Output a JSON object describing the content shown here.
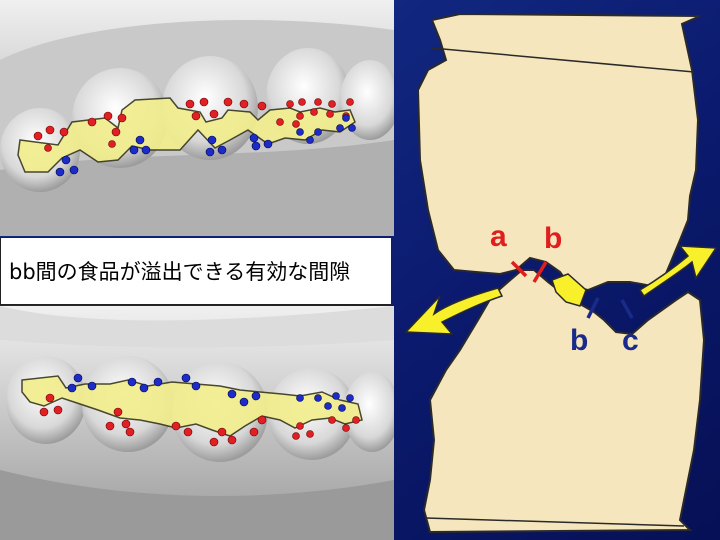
{
  "caption": {
    "text": "bb間の食品が溢出できる有効な間隙"
  },
  "labels": {
    "a": "a",
    "b_top": "b",
    "b_bottom": "b",
    "c": "c"
  },
  "colors": {
    "background": "#0b1a6e",
    "tooth_fill": "#f6e6bd",
    "food_fill": "#f2ee8e",
    "arrow_fill": "#f7f02a",
    "contact_red": "#e02024",
    "contact_blue": "#1d2cc8",
    "label_red": "#e01e1e",
    "label_navy": "#1a2a8a"
  }
}
